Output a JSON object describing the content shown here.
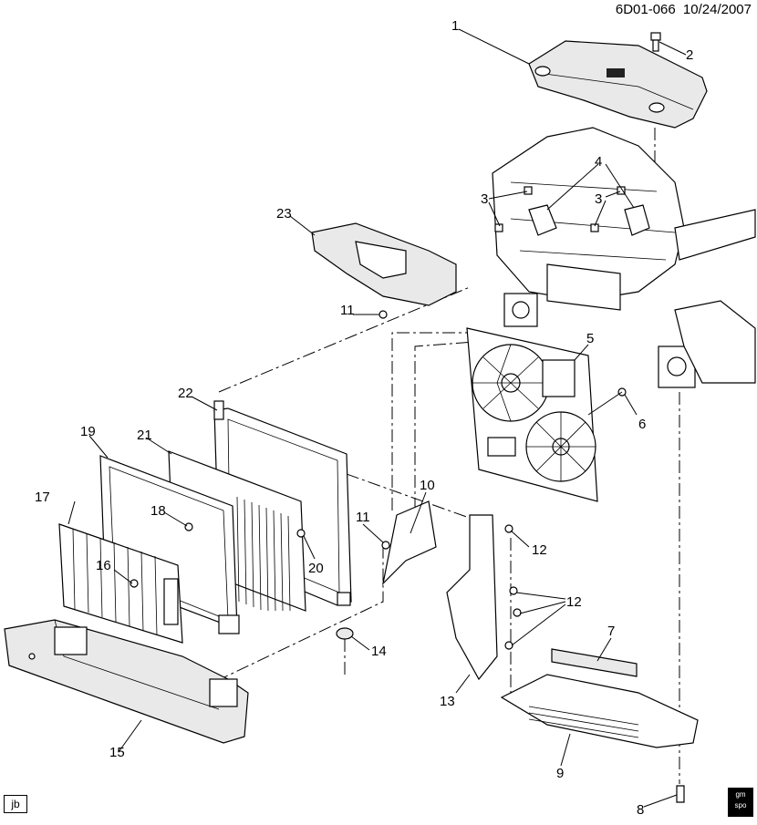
{
  "header": {
    "diagram_id": "6D01-066",
    "date": "10/24/2007"
  },
  "stamp": "jb",
  "logo": {
    "line1": "gm",
    "line2": "spo"
  },
  "callouts": [
    "1",
    "2",
    "3",
    "3",
    "4",
    "5",
    "6",
    "7",
    "8",
    "9",
    "10",
    "11",
    "11",
    "12",
    "12",
    "13",
    "14",
    "15",
    "16",
    "17",
    "18",
    "19",
    "20",
    "21",
    "22",
    "23"
  ]
}
